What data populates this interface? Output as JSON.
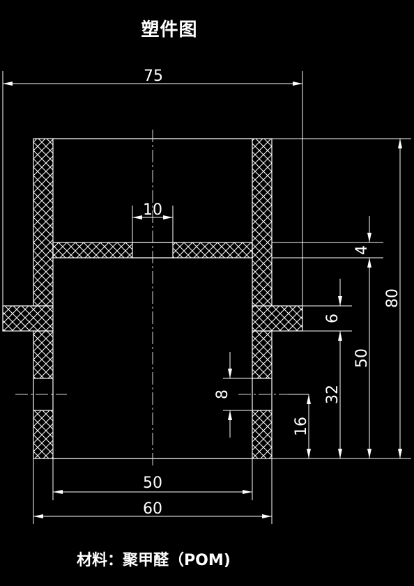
{
  "title": "塑件图",
  "material": {
    "label": "材料：",
    "value": "聚甲醛（POM)"
  },
  "dimensions": {
    "overall_width": "75",
    "inner_diameter": "50",
    "outer_diameter": "60",
    "hole_diameter": "10",
    "partition_thickness": "4",
    "flange_thickness": "6",
    "slot_width": "8",
    "slot_height": "16",
    "partition_height": "50",
    "flange_height": "32",
    "total_height": "80"
  },
  "colors": {
    "background": "#000000",
    "lines": "#ffffff",
    "centerline": "#dddddd"
  }
}
